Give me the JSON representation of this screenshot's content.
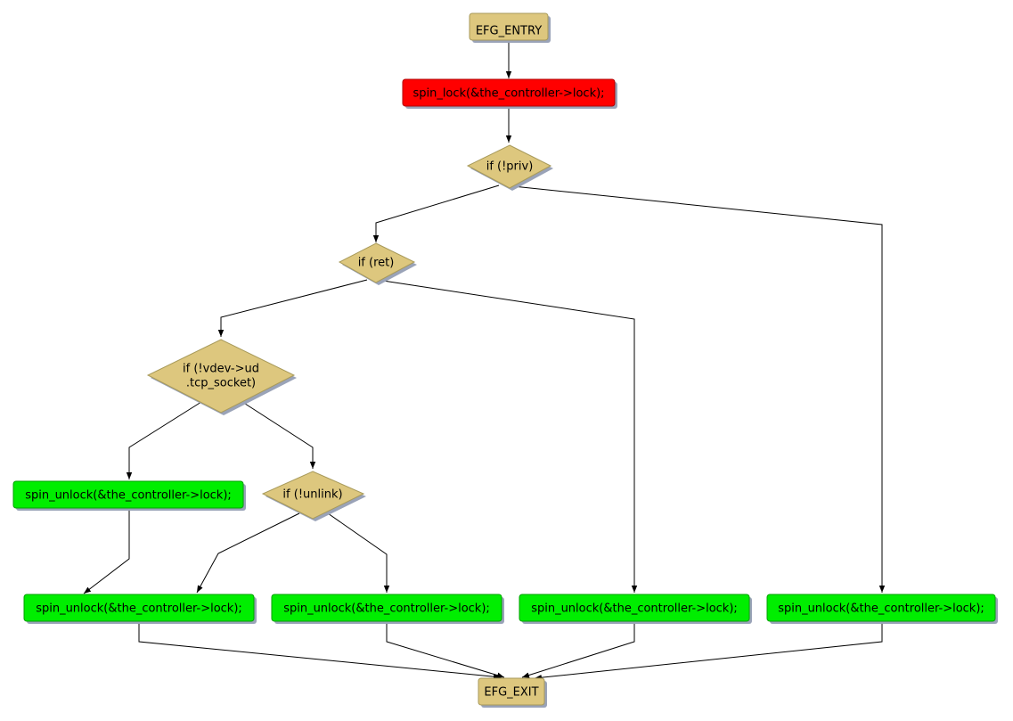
{
  "colors": {
    "entry_exit": "#DDC77E",
    "lock": "#FF0000",
    "unlock": "#00EE00",
    "decision": "#DDC77E",
    "shadow": "#9AA3B8",
    "edge": "#000000"
  },
  "nodes": {
    "entry": "EFG_ENTRY",
    "lock": "spin_lock(&the_controller->lock);",
    "if_priv": "if (!priv)",
    "if_ret": "if (ret)",
    "if_vdev_line1": "if (!vdev->ud",
    "if_vdev_line2": ".tcp_socket)",
    "unlock_a": "spin_unlock(&the_controller->lock);",
    "if_unlink": "if (!unlink)",
    "unlock_b": "spin_unlock(&the_controller->lock);",
    "unlock_c": "spin_unlock(&the_controller->lock);",
    "unlock_d": "spin_unlock(&the_controller->lock);",
    "unlock_e": "spin_unlock(&the_controller->lock);",
    "exit": "EFG_EXIT"
  }
}
